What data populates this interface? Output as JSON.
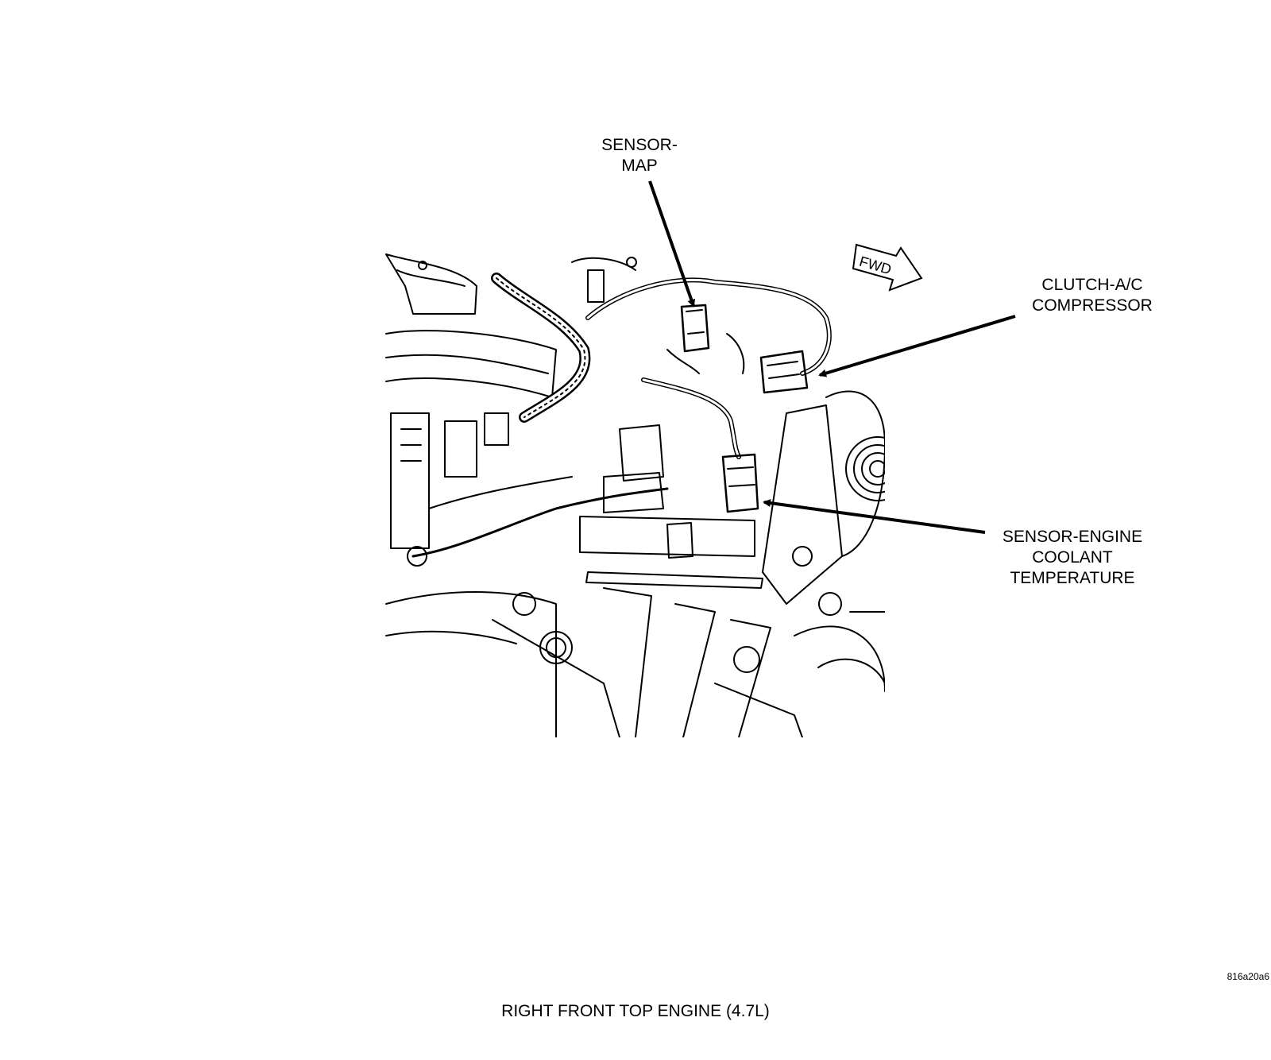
{
  "labels": {
    "map_sensor": [
      "SENSOR-",
      "MAP"
    ],
    "ac_clutch": [
      "CLUTCH-A/C",
      "COMPRESSOR"
    ],
    "coolant_sensor": [
      "SENSOR-ENGINE",
      "COOLANT",
      "TEMPERATURE"
    ],
    "fwd": "FWD"
  },
  "caption": "RIGHT FRONT TOP ENGINE (4.7L)",
  "figure_id": "816a20a6"
}
